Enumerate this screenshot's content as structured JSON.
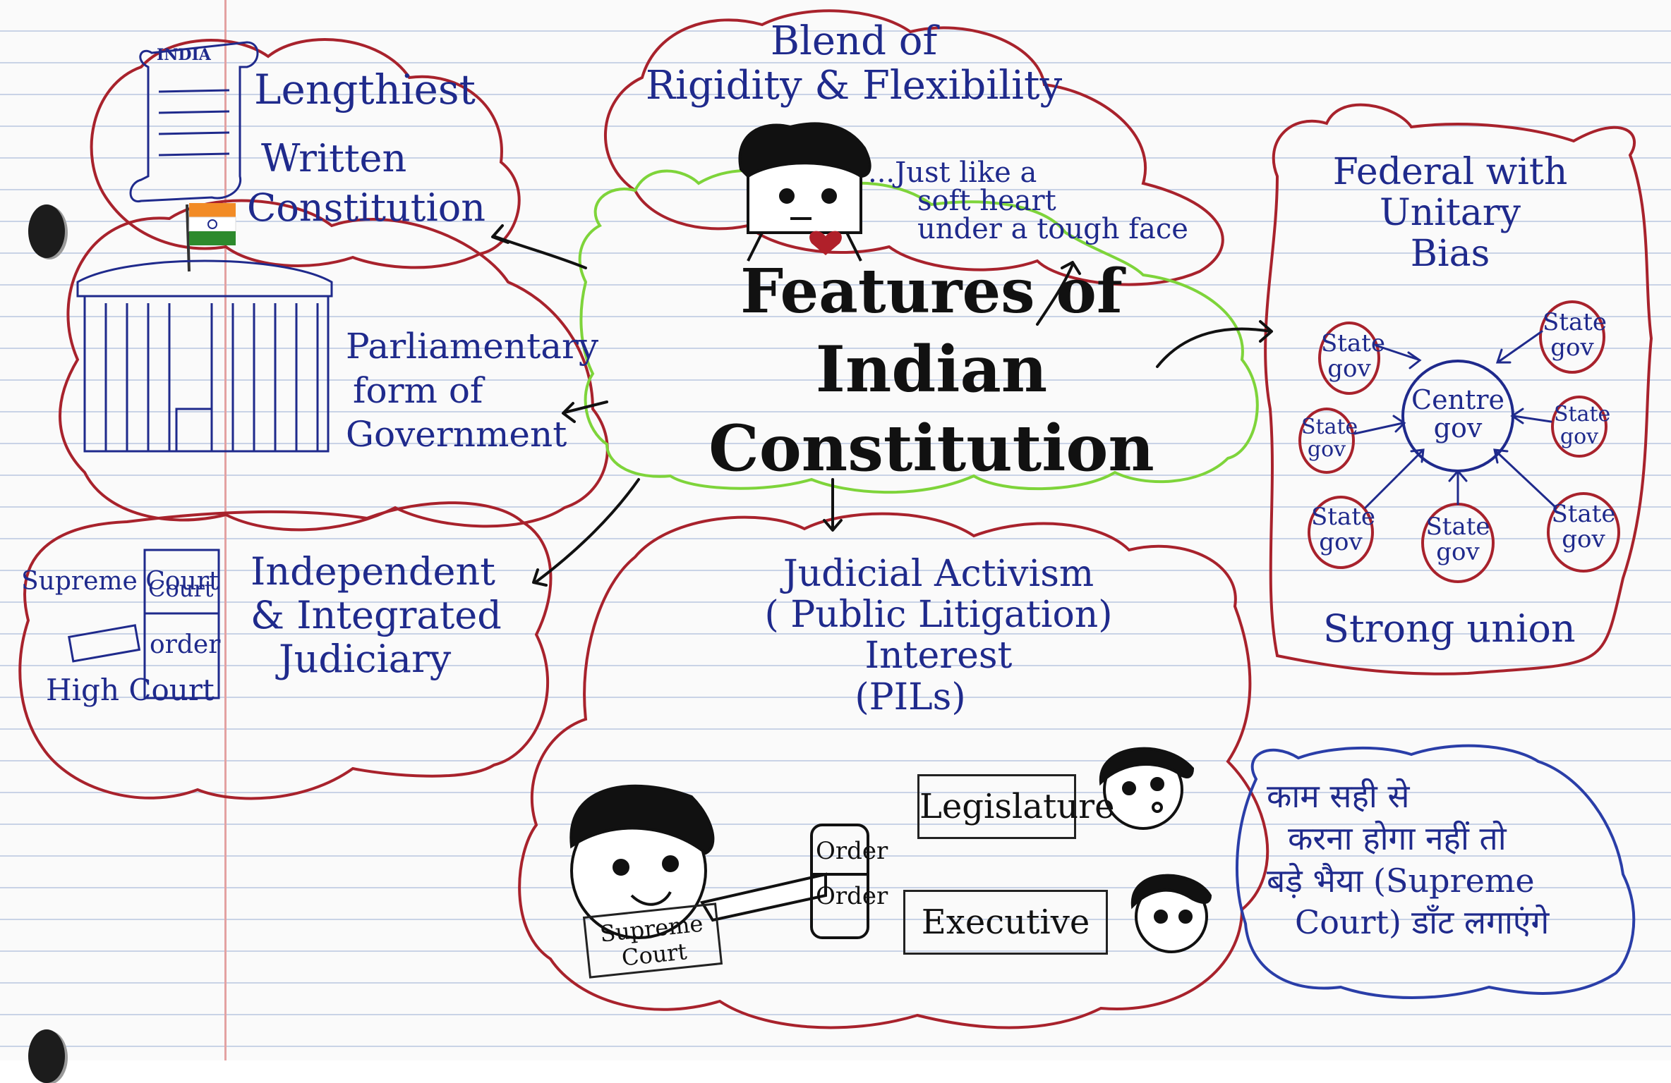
{
  "title": {
    "line1": "Features of",
    "line2": "Indian Constitution"
  },
  "features": {
    "lengthiest": {
      "lines": [
        "Lengthiest",
        "Written",
        "Constitution"
      ],
      "scroll_label": "INDIA"
    },
    "rigidity": {
      "title_lines": [
        "Blend of",
        "Rigidity & Flexibility"
      ],
      "note_lines": [
        "...Just like a",
        "soft heart",
        "under a tough face"
      ]
    },
    "federal": {
      "title_lines": [
        "Federal with",
        "Unitary",
        "Bias"
      ],
      "centre": "Centre gov",
      "state_label": "State gov",
      "footer": "Strong union"
    },
    "parliamentary": {
      "lines": [
        "Parliamentary",
        "form of",
        "Government"
      ]
    },
    "judiciary": {
      "lines": [
        "Independent",
        "& Integrated",
        "Judiciary"
      ],
      "supreme_court": "Supreme Court",
      "high_court": "High Court",
      "court_label": "Court",
      "order_label": "order"
    },
    "judicial_activism": {
      "title_lines": [
        "Judicial Activism",
        "( Public Litigation)",
        "Interest",
        "(PILs)"
      ],
      "legislature": "Legislature",
      "executive": "Executive",
      "supreme_sign": "Supreme Court",
      "order1": "Order",
      "order2": "Order",
      "hindi_lines": [
        "काम सही से",
        "करना होगा नहीं तो",
        "बड़े भैया (Supreme",
        "Court) डाँट लगाएंगे"
      ]
    }
  },
  "colors": {
    "cloud": "#a8222c",
    "ink": "#1f2a8c",
    "title_cloud": "#7ed43a",
    "heart": "#b0202a"
  }
}
